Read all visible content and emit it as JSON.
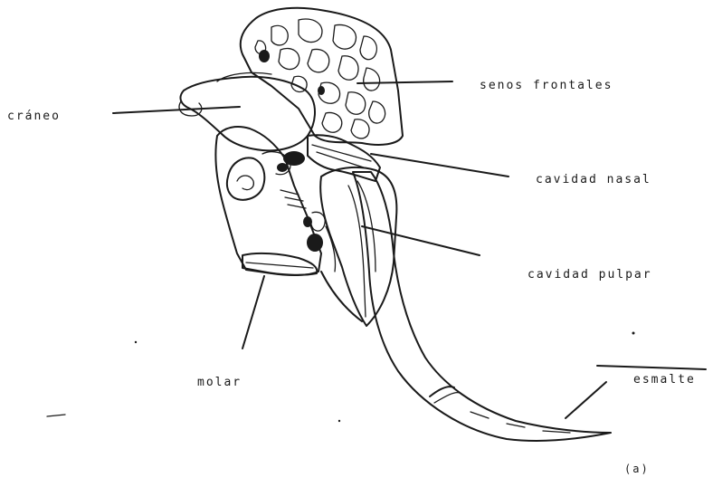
{
  "labels": {
    "craneo": "cráneo",
    "senos_frontales": "senos frontales",
    "cavidad_nasal": "cavidad nasal",
    "cavidad_pulpar": "cavidad pulpar",
    "molar": "molar",
    "esmalte": "esmalte",
    "subfigure": "(a)"
  },
  "colors": {
    "ink": "#1a1a1a",
    "paper": "#ffffff"
  }
}
